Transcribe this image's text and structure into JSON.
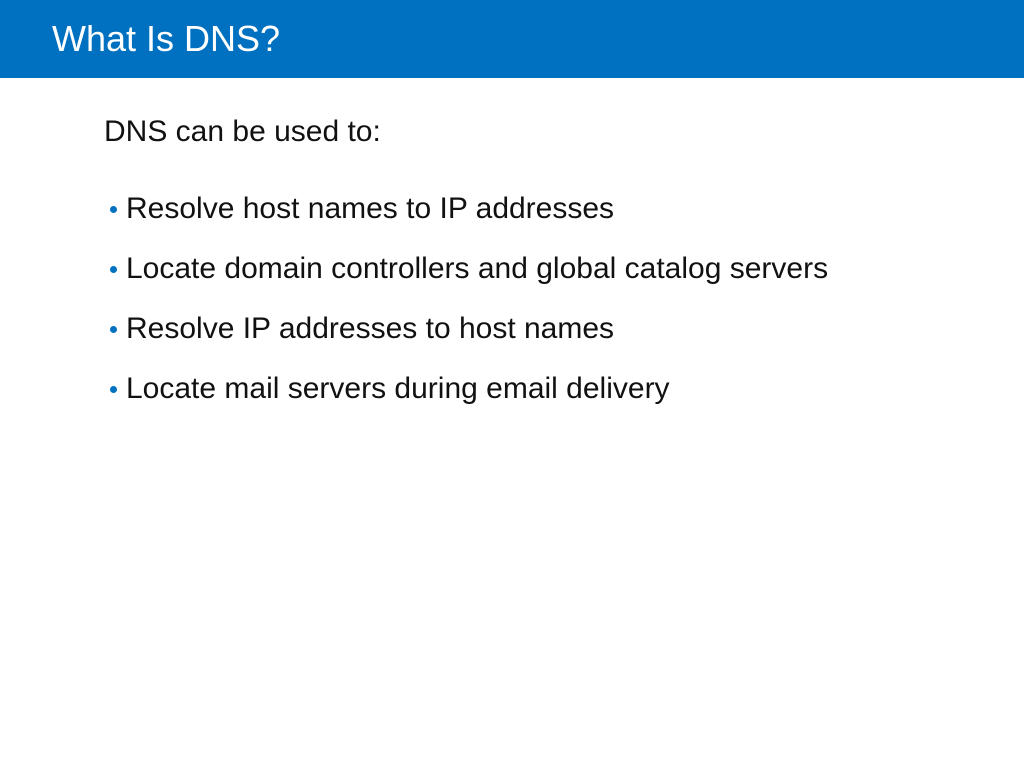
{
  "slide": {
    "title": "What Is DNS?",
    "intro": "DNS can be used to:",
    "bullets": [
      "Resolve host names to IP addresses",
      "Locate domain controllers and global catalog servers",
      "Resolve IP addresses to host names",
      "Locate mail servers during email delivery"
    ]
  },
  "colors": {
    "title_bar": "#0070c0",
    "bullet": "#0070c0",
    "title_text": "#ffffff",
    "body_text": "#111111"
  }
}
